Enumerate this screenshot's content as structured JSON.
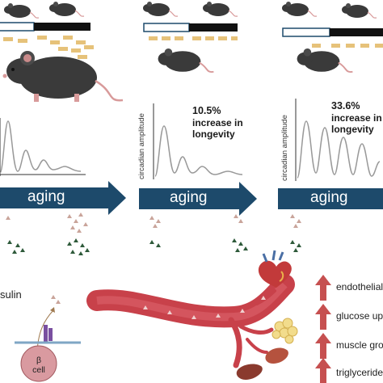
{
  "panels": [
    {
      "longevity_pct": "",
      "longevity_note": "",
      "amplitude_label": "",
      "aging_label": "aging"
    },
    {
      "longevity_pct": "10.5%",
      "longevity_note": "increase in longevity",
      "amplitude_label": "circadian amplitude",
      "aging_label": "aging"
    },
    {
      "longevity_pct": "33.6%",
      "longevity_note": "increase in longevity",
      "amplitude_label": "circadian amplitude",
      "aging_label": "aging"
    }
  ],
  "insulin_label": "sulin",
  "beta_cell_label": "β cell",
  "effects": [
    "endothelial",
    "glucose up",
    "muscle gro",
    "triglyceride"
  ],
  "colors": {
    "arrow": "#1d4a6b",
    "mouse": "#3a3a3a",
    "food": "#e6c27a",
    "vessel": "#c8414a",
    "effect_arrow": "#c65050",
    "hormone_dark": "#2e5a3a",
    "hormone_light": "#c9a49a"
  }
}
